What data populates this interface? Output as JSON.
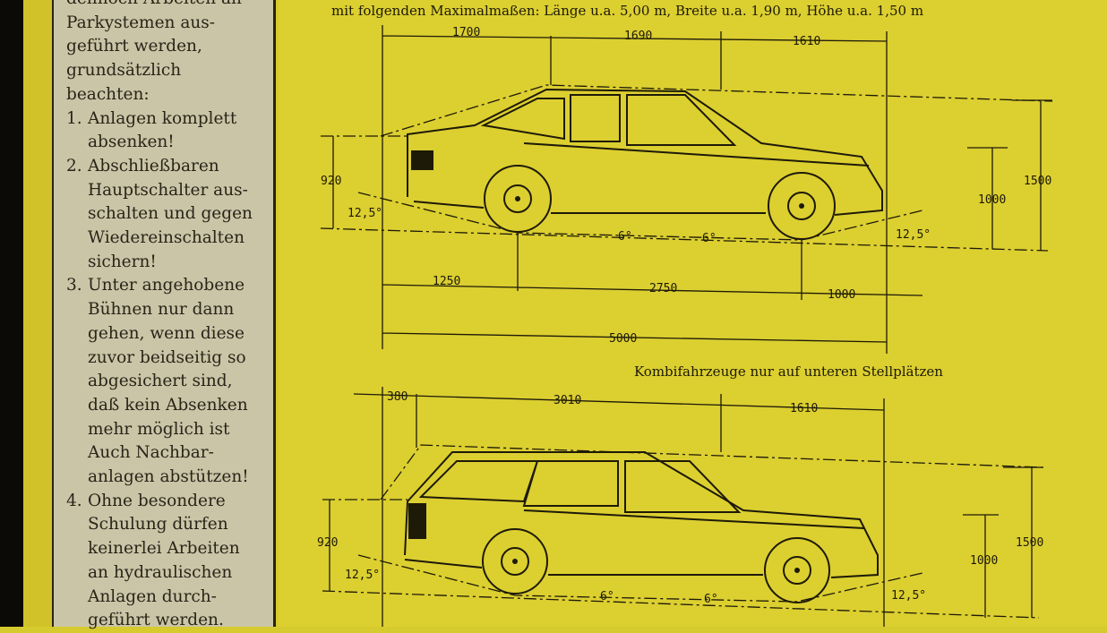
{
  "instructions": {
    "intro": [
      "dennoch Arbeiten an",
      "Parkystemen aus-",
      "geführt werden,",
      "grundsätzlich",
      "beachten:"
    ],
    "items": [
      {
        "num": "1.",
        "lines": [
          "Anlagen komplett",
          "absenken!"
        ]
      },
      {
        "num": "2.",
        "lines": [
          "Abschließbaren",
          "Hauptschalter aus-",
          "schalten und gegen",
          "Wiedereinschalten",
          "sichern!"
        ]
      },
      {
        "num": "3.",
        "lines": [
          "Unter angehobene",
          "Bühnen nur dann",
          "gehen, wenn diese",
          "zuvor beidseitig so",
          "abgesichert sind,",
          "daß kein Absenken",
          "mehr möglich ist",
          "Auch Nachbar-",
          "anlagen abstützen!"
        ]
      },
      {
        "num": "4.",
        "lines": [
          "Ohne besondere",
          "Schulung dürfen",
          "keinerlei Arbeiten",
          "an hydraulischen",
          "Anlagen durch-",
          "geführt werden."
        ]
      }
    ]
  },
  "header": "mit folgenden Maximalmaßen: Länge u.a. 5,00 m, Breite u.a. 1,90 m, Höhe u.a. 1,50 m",
  "sedan": {
    "top_dims": [
      "1700",
      "1690",
      "1610"
    ],
    "bottom_dims": [
      "1250",
      "2750",
      "1000"
    ],
    "overall": "5000",
    "heights": {
      "rear": "920",
      "front": "1000",
      "total": "1500"
    },
    "angles": [
      "12,5°",
      "6°",
      "6°",
      "12,5°"
    ]
  },
  "kombi": {
    "caption": "Kombifahrzeuge nur auf unteren Stellplätzen",
    "top_dims": [
      "380",
      "3010",
      "1610"
    ],
    "heights": {
      "rear": "920",
      "front": "1000",
      "total": "1500"
    },
    "angles": [
      "12,5°",
      "6°",
      "6°",
      "12,5°"
    ]
  }
}
